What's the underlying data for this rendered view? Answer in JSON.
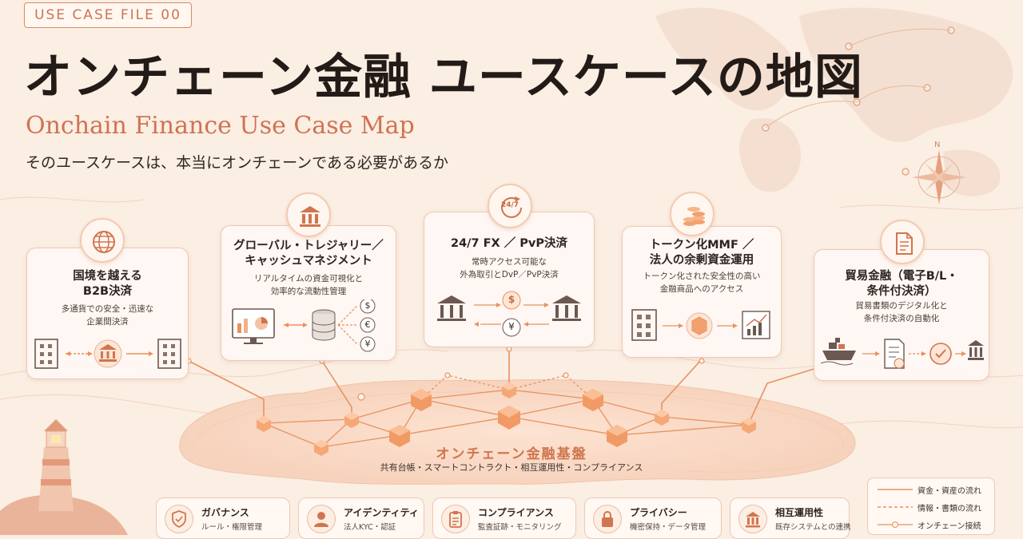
{
  "header": {
    "file_tag": "USE CASE FILE 00",
    "title": "オンチェーン金融 ユースケースの地図",
    "subtitle": "Onchain Finance Use Case Map",
    "question": "そのユースケースは、本当にオンチェーンである必要があるか"
  },
  "use_cases": [
    {
      "title": "国境を越える\nB2B決済",
      "desc": "多通貨での安全・迅速な\n企業間決済",
      "icon": "globe-icon",
      "symbols": []
    },
    {
      "title": "グローバル・トレジャリー／\nキャッシュマネジメント",
      "desc": "リアルタイムの資金可視化と\n効率的な流動性管理",
      "icon": "bank-icon",
      "symbols": [
        "$",
        "€",
        "¥"
      ]
    },
    {
      "title": "24/7 FX ／ PvP決済",
      "desc": "常時アクセス可能な\n外為取引とDvP／PvP決済",
      "icon": "clock-247-icon",
      "icon_text": "24/7",
      "symbols": [
        "$",
        "¥"
      ]
    },
    {
      "title": "トークン化MMF ／\n法人の余剰資金運用",
      "desc": "トークン化された安全性の高い\n金融商品へのアクセス",
      "icon": "coins-icon",
      "symbols": []
    },
    {
      "title": "貿易金融（電子B/L・\n条件付決済）",
      "desc": "貿易書類のデジタル化と\n条件付決済の自動化",
      "icon": "document-icon",
      "symbols": []
    }
  ],
  "foundation": {
    "title": "オンチェーン金融基盤",
    "subtitle": "共有台帳・スマートコントラクト・相互運用性・コンプライアンス"
  },
  "pillars": [
    {
      "title": "ガバナンス",
      "sub": "ルール・権限管理",
      "icon": "shield-icon"
    },
    {
      "title": "アイデンティティ",
      "sub": "法人KYC・認証",
      "icon": "person-icon"
    },
    {
      "title": "コンプライアンス",
      "sub": "監査証跡・モニタリング",
      "icon": "clipboard-icon"
    },
    {
      "title": "プライバシー",
      "sub": "機密保持・データ管理",
      "icon": "lock-icon"
    },
    {
      "title": "相互運用性",
      "sub": "既存システムとの連携",
      "icon": "bank-icon"
    }
  ],
  "legend": [
    {
      "label": "資金・資産の流れ",
      "style": "solid"
    },
    {
      "label": "情報・書類の流れ",
      "style": "dashed"
    },
    {
      "label": "オンチェーン接続",
      "style": "dot"
    }
  ],
  "compass": {
    "north": "N"
  },
  "colors": {
    "accent": "#d0754f",
    "line": "#e8925f",
    "background": "#fbeee3",
    "ink": "#231b18"
  }
}
